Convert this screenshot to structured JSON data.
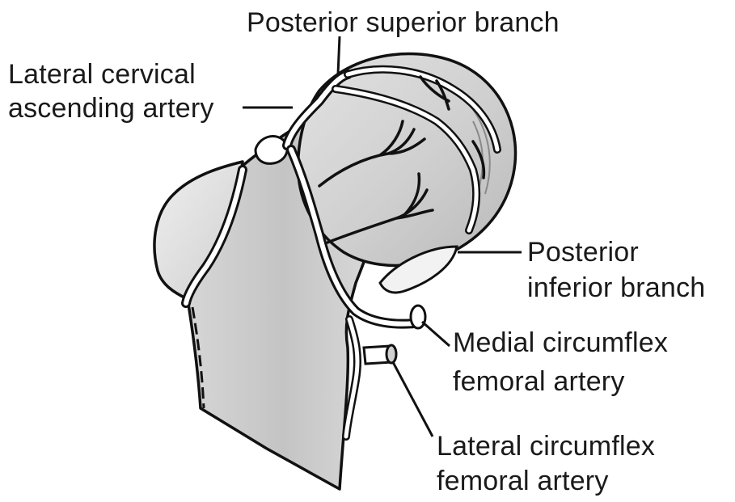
{
  "labels": {
    "posterior_superior": "Posterior superior branch",
    "lateral_cervical_line1": "Lateral cervical",
    "lateral_cervical_line2": "ascending artery",
    "posterior_inferior_line1": "Posterior",
    "posterior_inferior_line2": "inferior branch",
    "medial_circumflex_line1": "Medial circumflex",
    "medial_circumflex_line2": "femoral artery",
    "lateral_circumflex_line1": "Lateral circumflex",
    "lateral_circumflex_line2": "femoral artery"
  },
  "colors": {
    "bone_shade": "#c7c7c7",
    "bone_light": "#e4e4e4",
    "outline": "#111111",
    "background": "#ffffff"
  }
}
